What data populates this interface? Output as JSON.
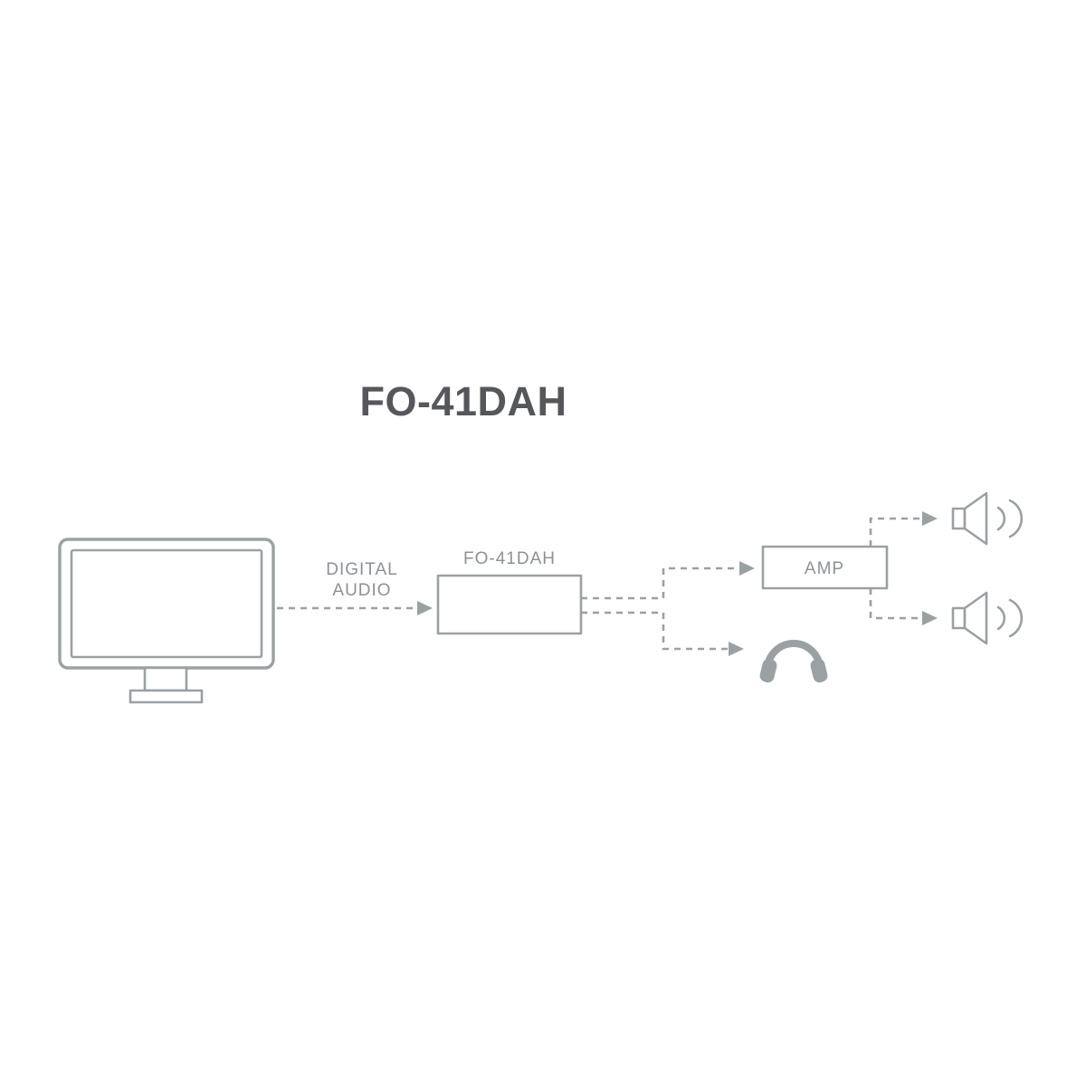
{
  "title": "FO-41DAH",
  "flow": {
    "input_label": [
      "DIGITAL",
      "AUDIO"
    ],
    "device": {
      "label": "FO-41DAH"
    },
    "amp": {
      "label": "AMP"
    }
  },
  "icons": {
    "source": "monitor-icon",
    "output_top": "speaker-icon",
    "output_bottom": "speaker-icon",
    "output_headphones": "headphones-icon"
  },
  "colors": {
    "line": "#9ba0a3",
    "title_text": "#55575b",
    "label_text": "#8d9196",
    "background": "#ffffff"
  }
}
